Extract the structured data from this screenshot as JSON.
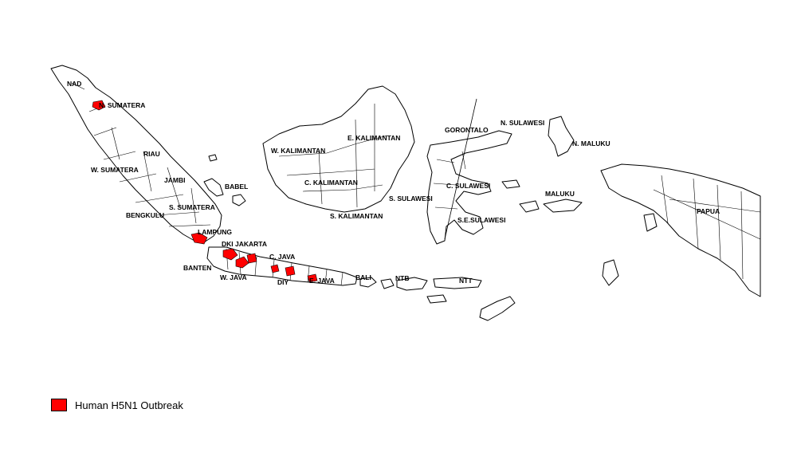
{
  "map": {
    "region_labels": [
      "NAD",
      "N. SUMATERA",
      "RIAU",
      "W. SUMATERA",
      "JAMBI",
      "BABEL",
      "S. SUMATERA",
      "BENGKULU",
      "LAMPUNG",
      "DKI JAKARTA",
      "BANTEN",
      "W. JAVA",
      "C. JAVA",
      "DIY",
      "E. JAVA",
      "BALI",
      "NTB",
      "NTT",
      "W. KALIMANTAN",
      "E. KALIMANTAN",
      "C. KALIMANTAN",
      "S. KALIMANTAN",
      "GORONTALO",
      "N. SULAWESI",
      "S. SULAWESI",
      "C. SULAWESI",
      "S.E.SULAWESI",
      "N. MALUKU",
      "MALUKU",
      "PAPUA"
    ],
    "outbreak_color": "#ff0000",
    "outbreak_regions": [
      "N. SUMATERA",
      "LAMPUNG",
      "DKI JAKARTA",
      "BANTEN",
      "W. JAVA",
      "C. JAVA",
      "DIY",
      "E. JAVA"
    ]
  },
  "legend": {
    "label": "Human H5N1 Outbreak",
    "color": "#ff0000"
  }
}
